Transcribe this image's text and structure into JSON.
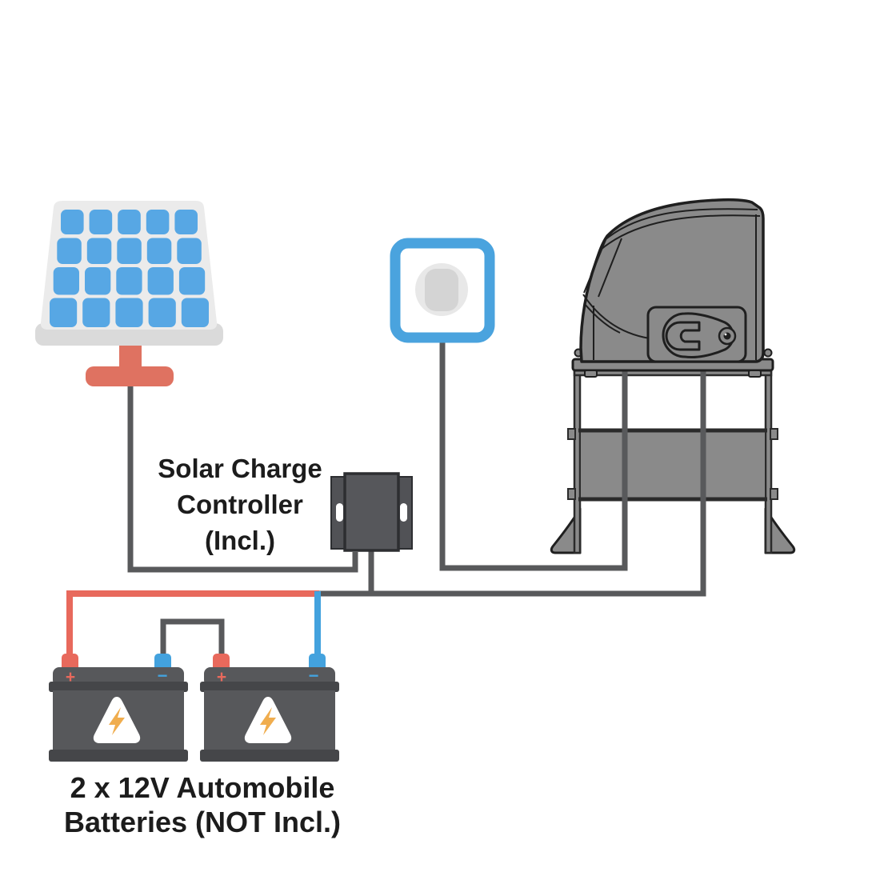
{
  "labels": {
    "controller": {
      "line1": "Solar Charge",
      "line2": "Controller",
      "line3": "(Incl.)"
    },
    "batteries": {
      "line1": "2 x 12V Automobile",
      "line2": "Batteries (NOT Incl.)"
    }
  },
  "symbols": {
    "battery_positive": "+",
    "battery_negative": "−"
  },
  "components": {
    "solar_panel": "solar panel on red stand (5 x 4 blue cells)",
    "power_outlet": "wall power outlet",
    "charge_controller": "solar charge controller box",
    "gate_opener": "sliding gate opener motor on gear rack rail",
    "batteries": "two 12V automobile batteries wired in series"
  },
  "colors": {
    "cell_blue": "#57a7e4",
    "outlet_blue": "#4aa3de",
    "wire_gray": "#58595b",
    "wire_red": "#e8695c",
    "wire_blue": "#43a2de",
    "machine_gray": "#8a8a8a",
    "machine_outline": "#1f1f1f",
    "battery_gray": "#57585b",
    "battery_dark": "#454649",
    "stand_red": "#df7261",
    "panel_frame": "#ebebeb",
    "bolt_orange": "#f0ad4e"
  }
}
